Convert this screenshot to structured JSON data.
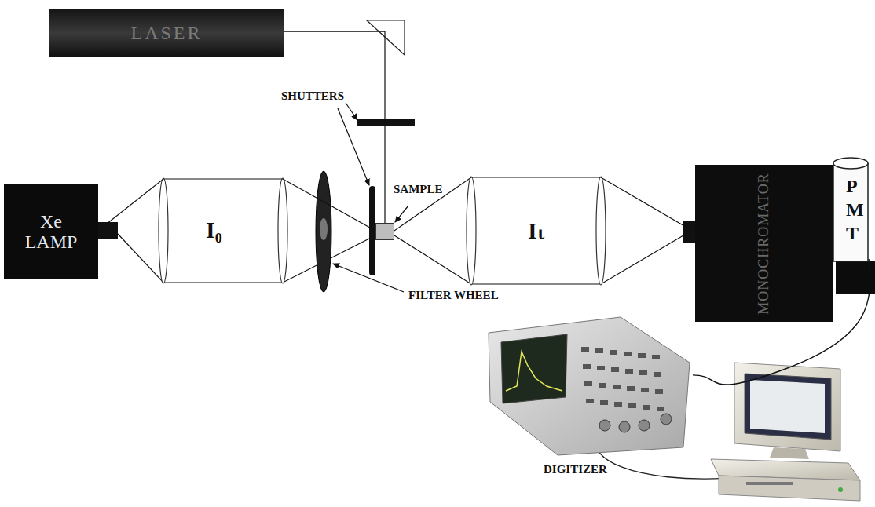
{
  "diagram": {
    "nodes": [
      {
        "text": [
          "LASER"
        ]
      },
      {
        "text": [
          "Xe LAMP"
        ]
      },
      {
        "text": [
          "SAMPLE"
        ]
      },
      {
        "text": [
          "MONOCHROMATOR"
        ]
      },
      {
        "text": [
          "PMT"
        ]
      },
      {
        "text": [
          "DIGITIZER"
        ]
      }
    ],
    "edges": [
      {
        "from": 0,
        "to": 2,
        "arrow": "none"
      },
      {
        "from": 1,
        "to": 2,
        "arrow": "none"
      },
      {
        "from": 2,
        "to": 3,
        "arrow": "none"
      },
      {
        "from": 4,
        "to": 5,
        "arrow": "none"
      }
    ],
    "labels": [
      "SHUTTERS",
      "I₀",
      "FILTER WHEEL",
      "Iₜ"
    ]
  }
}
